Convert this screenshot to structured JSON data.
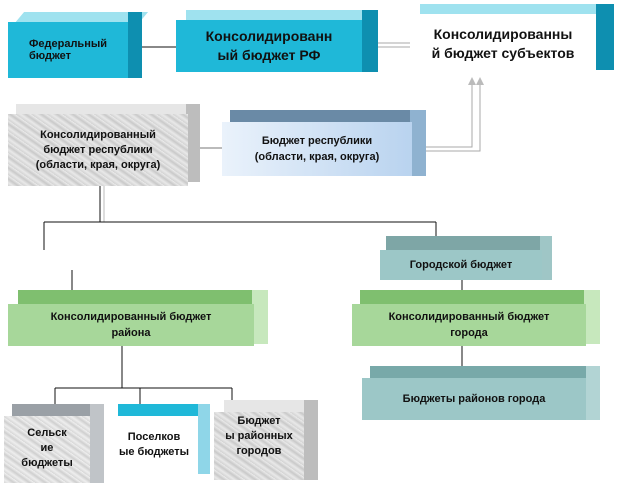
{
  "diagram": {
    "nodes": {
      "federal_budget": "Федеральный бюджет",
      "consolidated_rf": "Консолидированный бюджет РФ",
      "consolidated_subjects": "Консолидированный бюджет субъектов",
      "consolidated_republic": "Консолидированный бюджет республики (области, края, округа)",
      "republic_budget": "Бюджет республики (области, края, округа)",
      "city_budget": "Городской бюджет",
      "consolidated_district": "Консолидированный бюджет района",
      "consolidated_city": "Консолидированный бюджет города",
      "city_district_budgets": "Бюджеты районов города",
      "rural_budgets": "Сельские бюджеты",
      "settlement_budgets": "Поселковые бюджеты",
      "district_city_budgets": "Бюджеты районных городов"
    },
    "labels": {
      "federal_budget": [
        "Федеральный",
        "бюджет"
      ],
      "consolidated_rf": [
        "Консолидированн",
        "ый бюджет РФ"
      ],
      "consolidated_subjects": [
        "Консолидированны",
        "й бюджет субъектов"
      ],
      "consolidated_republic": [
        "Консолидированный",
        "бюджет республики",
        "(области, края, округа)"
      ],
      "republic_budget": [
        "Бюджет республики",
        "(области, края, округа)"
      ],
      "city_budget": [
        "Городской бюджет"
      ],
      "consolidated_district": [
        "Консолидированный бюджет",
        "района"
      ],
      "consolidated_city": [
        "Консолидированный бюджет",
        "города"
      ],
      "city_district_budgets": [
        "Бюджеты районов города"
      ],
      "rural_budgets": [
        "Сельск",
        "ие",
        "бюджеты"
      ],
      "settlement_budgets": [
        "Поселков",
        "ые бюджеты"
      ],
      "district_city_budgets": [
        "Бюджет",
        "ы районных",
        "городов"
      ]
    },
    "colors": {
      "cyan_front": "#1fb8d8",
      "cyan_side": "#0e8fb0",
      "green_front": "#a7d79a",
      "green_side": "#7fbf6f",
      "teal_front": "#9cc7c7",
      "teal_side": "#78a9a9",
      "blue_front": "#b9d3ef",
      "slate_top": "#6a8aa6",
      "granite": "#d8d8d8"
    }
  }
}
